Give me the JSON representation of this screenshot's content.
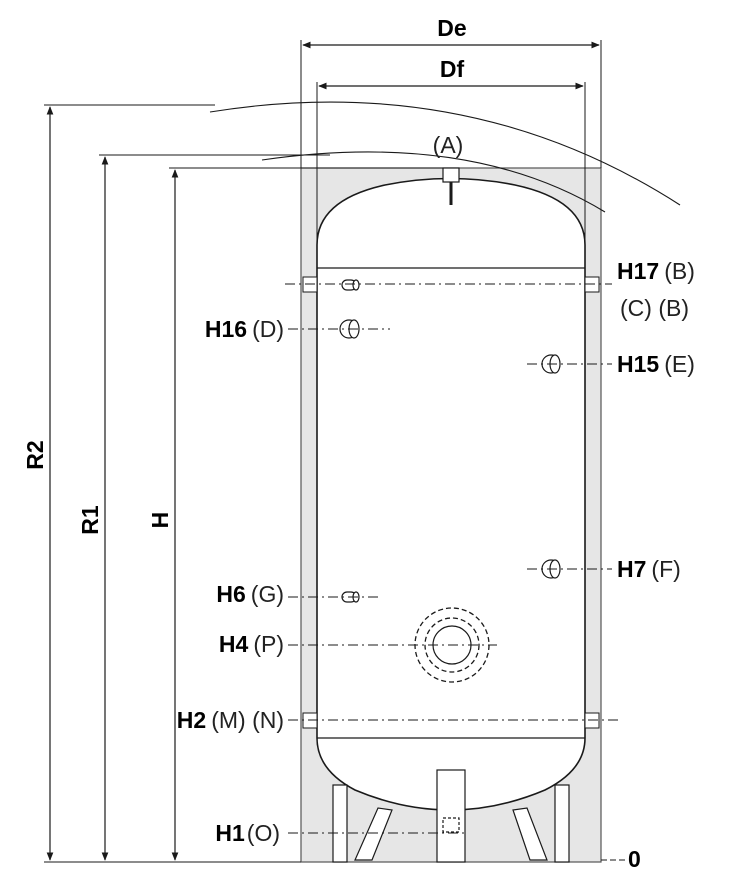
{
  "dimensions": {
    "outer_diameter": "De",
    "inner_diameter": "Df",
    "tilt_height_outer": "R2",
    "tilt_height_inner": "R1",
    "height": "H",
    "zero_level": "0"
  },
  "top_connection": "(A)",
  "connections": [
    {
      "code": "H17",
      "letter": "(B)"
    },
    {
      "code": "",
      "letter": "(C) (B)"
    },
    {
      "code": "H16",
      "letter": "(D)"
    },
    {
      "code": "H15",
      "letter": "(E)"
    },
    {
      "code": "H7",
      "letter": "(F)"
    },
    {
      "code": "H6",
      "letter": "(G)"
    },
    {
      "code": "H4",
      "letter": "(P)"
    },
    {
      "code": "H2",
      "letter": "(M) (N)"
    },
    {
      "code": "H1",
      "letter": "(O)"
    }
  ],
  "colors": {
    "insulation": "#e6e6e6",
    "tank": "#ffffff",
    "line": "#1a1a1a"
  }
}
